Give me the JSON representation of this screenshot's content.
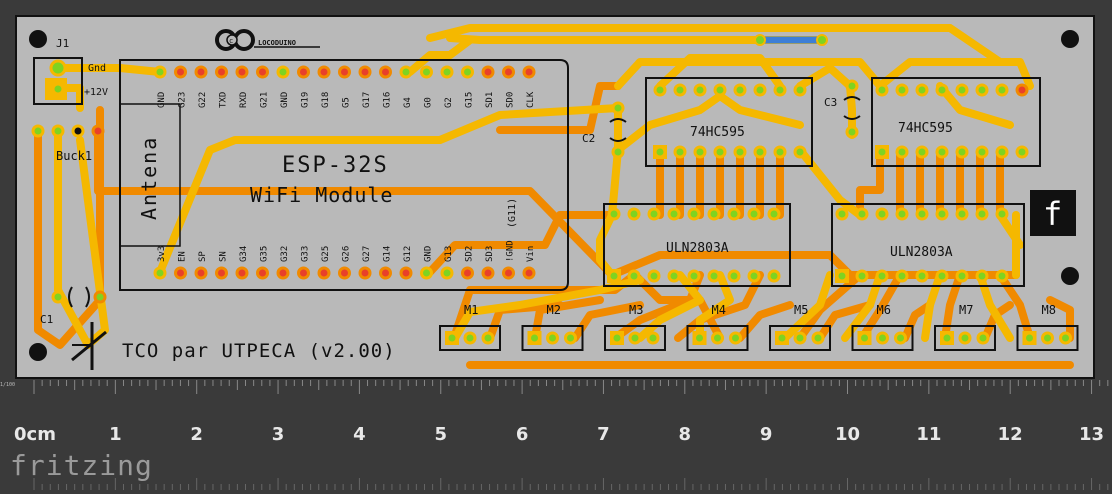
{
  "board": {
    "fritzing_brand": "fritzing",
    "locoduino": "LOCODUINO",
    "title": "TCO par UTPECA (v2.00)",
    "module_name": "ESP-32S",
    "module_desc": "WiFi Module",
    "antenna": "Antena",
    "g11": "(G11)",
    "j1": "J1",
    "j1_gnd": "Gnd",
    "j1_12v": "+12V",
    "buck": "Buck1",
    "c1": "C1",
    "c2": "C2",
    "c3": "C3",
    "ic1": "74HC595",
    "ic2": "74HC595",
    "uln1": "ULN2803A",
    "uln2": "ULN2803A",
    "fritzing_logo": "f"
  },
  "top_pins": [
    "GND",
    "G23",
    "G22",
    "TXD",
    "RXD",
    "G21",
    "GND",
    "G19",
    "G18",
    "G5",
    "G17",
    "G16",
    "G4",
    "G0",
    "G2",
    "G15",
    "SD1",
    "SD0",
    "CLK"
  ],
  "bottom_pins": [
    "3v3",
    "EN",
    "SP",
    "SN",
    "G34",
    "G35",
    "G32",
    "G33",
    "G25",
    "G26",
    "G27",
    "G14",
    "G12",
    "GND",
    "G13",
    "SD2",
    "SD3",
    "!GND",
    "Vin"
  ],
  "motors": [
    "M1",
    "M2",
    "M3",
    "M4",
    "M5",
    "M6",
    "M7",
    "M8"
  ],
  "ruler": {
    "unit": "cm",
    "small_mark": "1/100",
    "numbers": [
      "0",
      "1",
      "2",
      "3",
      "4",
      "5",
      "6",
      "7",
      "8",
      "9",
      "10",
      "11",
      "12",
      "13"
    ]
  },
  "colors": {
    "board": "#b9b9b9",
    "trace_top": "#f5b800",
    "trace_bottom": "#f08a00",
    "pad_red": "#e8402a",
    "pad_green": "#7ed321",
    "wire_blue": "#3d7fd6"
  }
}
